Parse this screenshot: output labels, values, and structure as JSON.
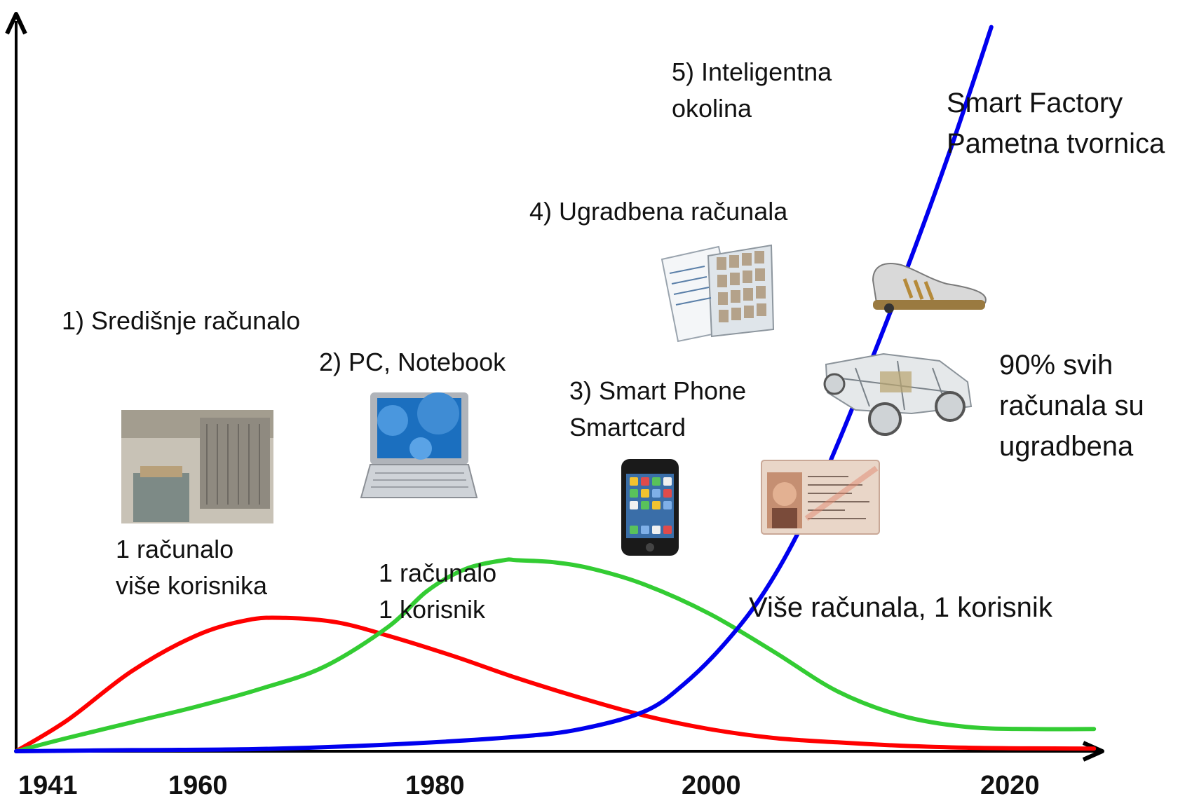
{
  "chart_data": {
    "type": "line",
    "title": "",
    "xlabel": "",
    "ylabel": "",
    "x_ticks": [
      "1941",
      "1960",
      "1980",
      "2000",
      "2020"
    ],
    "xlim": [
      1941,
      2026
    ],
    "ylim": [
      0,
      100
    ],
    "grid": false,
    "series": [
      {
        "color": "#ff0000",
        "x": [
          1941,
          1945,
          1950,
          1955,
          1959,
          1962,
          1966,
          1970,
          1975,
          1980,
          1985,
          1990,
          1995,
          2000,
          2005,
          2010,
          2015,
          2020,
          2025
        ],
        "y": [
          0,
          14,
          36,
          52,
          59,
          60,
          58,
          52,
          43,
          33,
          24,
          16,
          10,
          6,
          4,
          2.5,
          1.6,
          1.3,
          1.2
        ]
      },
      {
        "color": "#33cc33",
        "x": [
          1941,
          1945,
          1950,
          1955,
          1960,
          1965,
          1970,
          1973,
          1976,
          1979,
          1980,
          1983,
          1986,
          1990,
          1995,
          2000,
          2005,
          2010,
          2015,
          2020,
          2025
        ],
        "y": [
          0,
          6,
          13,
          20,
          28,
          38,
          56,
          72,
          82,
          86,
          86,
          85,
          82,
          75,
          62,
          45,
          27,
          16,
          11,
          10,
          10
        ]
      },
      {
        "color": "#0000ee",
        "x": [
          1941,
          1950,
          1960,
          1970,
          1980,
          1985,
          1990,
          1993,
          1996,
          1999,
          2002,
          2005,
          2008,
          2011,
          2014,
          2017
        ],
        "y": [
          0,
          0.5,
          1,
          3,
          6.5,
          10,
          18,
          30,
          47,
          69,
          99,
          138,
          181,
          226,
          274,
          326
        ]
      }
    ]
  },
  "labels": {
    "era1_title": "1) Središnje računalo",
    "era2_title": "2) PC, Notebook",
    "era3_title": "3) Smart Phone\nSmartcard",
    "era4_title": "4) Ugradbena računala",
    "era5_title": "5) Inteligentna\nokolina",
    "smart_factory": "Smart Factory\nPametna tvornica",
    "era1_users": "1 računalo\nviše korisnika",
    "era2_users": "1 računalo\n1 korisnik",
    "era3_users": "Više računala, 1 korisnik",
    "embedded_share": "90% svih\nračunala su\nugradbena"
  }
}
